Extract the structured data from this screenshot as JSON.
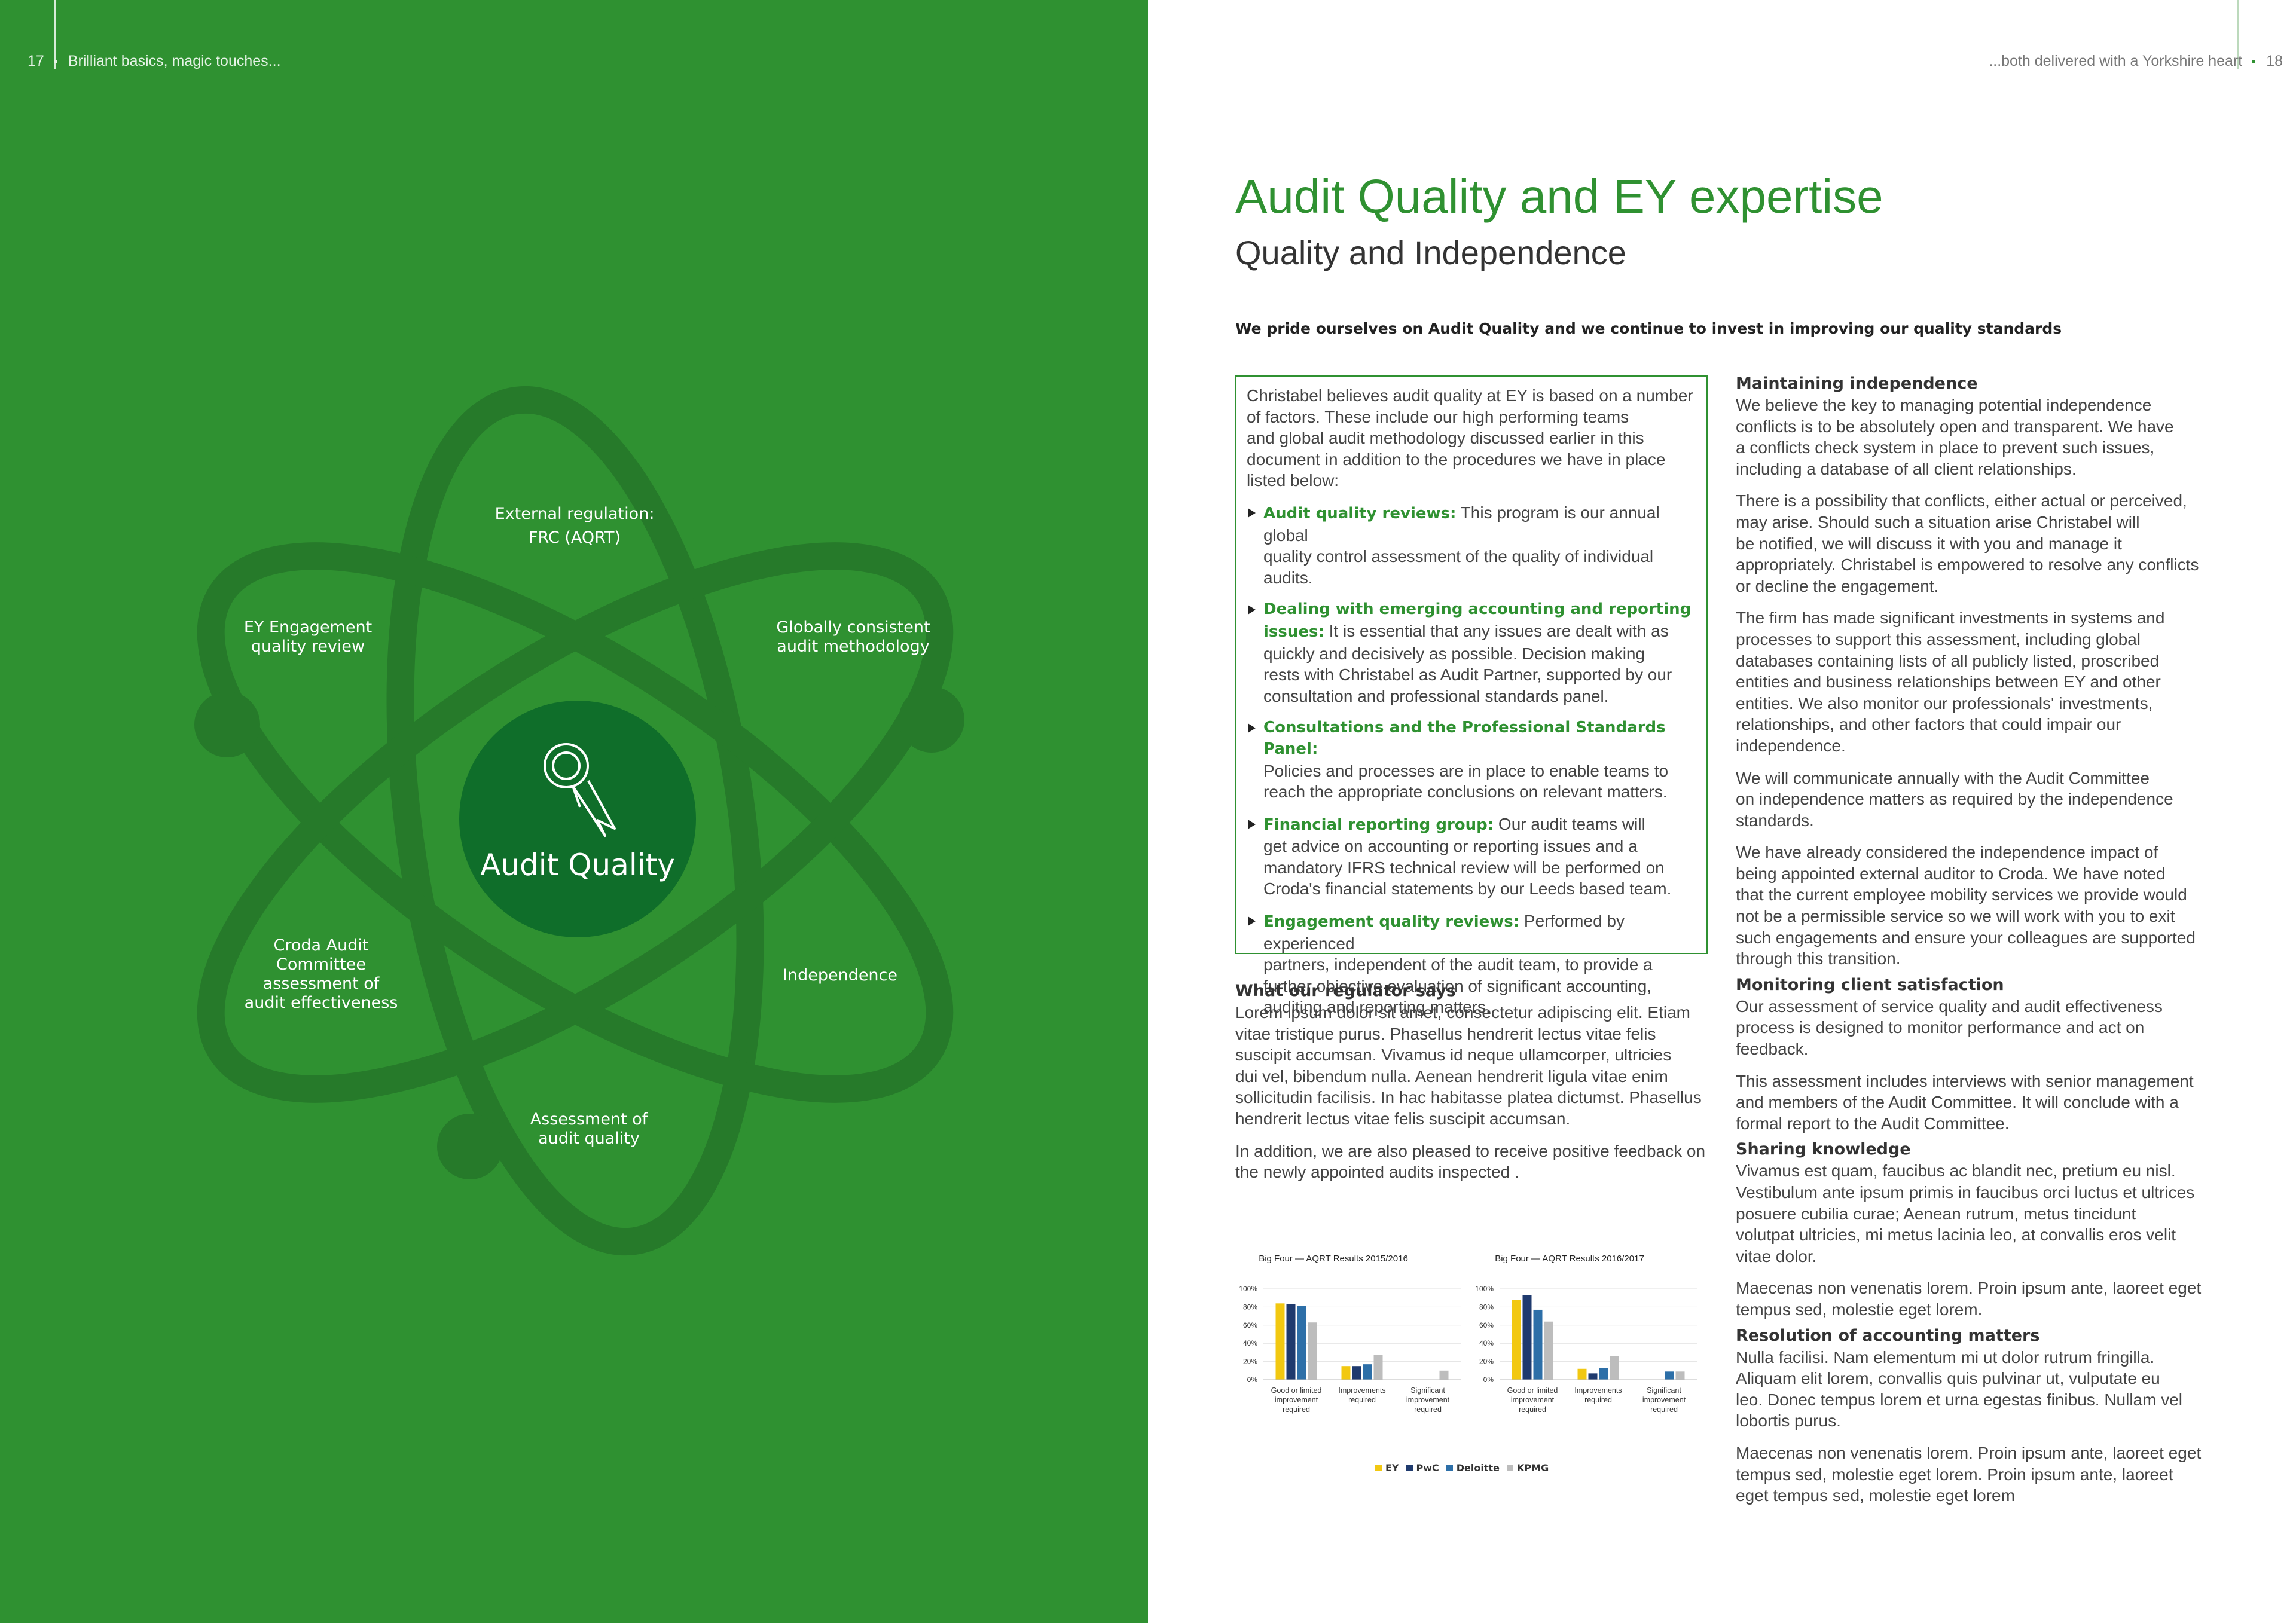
{
  "left_page": {
    "page_number": "17",
    "running_head": "Brilliant basics, magic touches...",
    "center_title": "Audit Quality",
    "nodes": {
      "external_regulation": [
        "External regulation:",
        "FRC (AQRT)"
      ],
      "ey_engagement": [
        "EY Engagement",
        "quality review"
      ],
      "globally_consistent": [
        "Globally consistent",
        "audit methodology"
      ],
      "croda_committee": [
        "Croda Audit",
        "Committee",
        "assessment of",
        "audit effectiveness"
      ],
      "independence": [
        "Independence"
      ],
      "assessment": [
        "Assessment of",
        "audit quality"
      ]
    },
    "icon": "award-ribbon-icon"
  },
  "right_page": {
    "page_number": "18",
    "running_head": "...both delivered with a Yorkshire heart",
    "title": "Audit Quality and EY expertise",
    "subtitle": "Quality and Independence",
    "intro": "We pride ourselves on Audit Quality and we continue to invest in improving our quality standards",
    "box": {
      "lines": [
        "Christabel believes audit quality at EY is based on a number",
        "of factors. These include our high performing teams",
        "and global audit methodology discussed earlier in this",
        "document in addition to the procedures we have in place",
        "listed below:"
      ],
      "bullets": [
        {
          "head": [
            "Audit quality reviews:"
          ],
          "body": [
            " This program is our annual global",
            "quality control assessment of the quality of individual",
            "audits."
          ]
        },
        {
          "head": [
            "Dealing with emerging accounting and reporting",
            "issues:"
          ],
          "body": [
            " It is essential that any issues are dealt with as",
            "quickly and decisively as possible. Decision making",
            "rests with Christabel as Audit Partner, supported by our",
            "consultation and professional standards panel."
          ]
        },
        {
          "head": [
            "Consultations and the Professional Standards Panel:"
          ],
          "body": [
            "Policies and processes are in place to enable teams to",
            "reach the appropriate conclusions on relevant matters."
          ]
        },
        {
          "head": [
            "Financial reporting group:"
          ],
          "body": [
            " Our audit teams will",
            "get advice on accounting or reporting issues and a",
            "mandatory IFRS technical review will be performed on",
            "Croda's financial statements by our Leeds based team."
          ]
        },
        {
          "head": [
            "Engagement quality reviews:"
          ],
          "body": [
            " Performed by experienced",
            "partners, independent of the audit team, to provide a",
            "further objective evaluation of significant accounting,",
            "auditing and reporting matters."
          ]
        }
      ]
    },
    "regulator": {
      "title": "What our regulator says",
      "p1": [
        "Lorem ipsum dolor sit amet, consectetur adipiscing elit. Etiam",
        "vitae tristique purus. Phasellus hendrerit lectus vitae felis",
        "suscipit accumsan. Vivamus id neque ullamcorper, ultricies",
        "dui vel, bibendum nulla. Aenean hendrerit ligula vitae enim",
        "sollicitudin facilisis. In hac habitasse platea dictumst. Phasellus",
        "hendrerit lectus vitae felis suscipit accumsan."
      ],
      "p2": [
        "In addition, we are also pleased to receive positive feedback on",
        "the newly appointed audits inspected ."
      ]
    },
    "right_column": [
      {
        "title": "Maintaining independence",
        "paras": [
          [
            "We believe the key to managing potential independence",
            "conflicts is to be absolutely open and transparent. We have",
            "a conflicts check system in place to prevent such issues,",
            "including a database of all client relationships."
          ],
          [
            "There is a possibility that conflicts, either actual or perceived,",
            "may arise. Should such a situation arise Christabel will",
            "be notified, we will discuss it with you and manage it",
            "appropriately. Christabel is empowered to resolve any conflicts",
            "or decline the engagement."
          ],
          [
            "The firm has made significant investments in systems and",
            "processes to support this assessment, including global",
            "databases containing lists of all publicly listed, proscribed",
            "entities and business relationships between EY and other",
            "entities. We also monitor our professionals' investments,",
            "relationships, and other factors that could impair our",
            "independence."
          ],
          [
            "We will communicate annually with the Audit Committee",
            "on independence matters as required by the independence",
            "standards."
          ],
          [
            "We have already considered the independence impact of",
            "being appointed external auditor to Croda. We have noted",
            "that the current employee mobility services we provide would",
            "not be a permissible service so we will work with you to exit",
            "such engagements and ensure your colleagues are supported",
            "through this transition."
          ]
        ]
      },
      {
        "title": "Monitoring client satisfaction",
        "paras": [
          [
            "Our assessment of service quality and audit effectiveness",
            "process is designed to monitor performance and act on",
            "feedback."
          ],
          [
            "This assessment includes interviews with senior management",
            "and members of the Audit Committee. It will conclude with a",
            "formal report to the Audit Committee."
          ]
        ]
      },
      {
        "title": "Sharing knowledge",
        "paras": [
          [
            "Vivamus est quam, faucibus ac blandit nec, pretium eu nisl.",
            "Vestibulum ante ipsum primis in faucibus orci luctus et ultrices",
            "posuere cubilia curae; Aenean rutrum, metus tincidunt",
            "volutpat ultricies, mi metus lacinia leo, at convallis eros velit",
            "vitae dolor."
          ],
          [
            "Maecenas non venenatis lorem. Proin ipsum ante, laoreet eget",
            "tempus sed, molestie eget lorem."
          ]
        ]
      },
      {
        "title": "Resolution of accounting matters",
        "paras": [
          [
            " Nulla facilisi. Nam elementum mi ut dolor rutrum fringilla.",
            "Aliquam elit lorem, convallis quis pulvinar ut, vulputate eu",
            "leo. Donec tempus lorem et urna egestas finibus. Nullam vel",
            "lobortis purus."
          ],
          [
            "Maecenas non venenatis lorem. Proin ipsum ante, laoreet eget",
            "tempus sed, molestie eget lorem. Proin ipsum ante, laoreet",
            "eget tempus sed, molestie eget lorem"
          ]
        ]
      }
    ]
  },
  "colors": {
    "ey_green": "#2f9131",
    "ring_green": "#267a2a",
    "center_circle": "#0f6e2a",
    "ey": "#f2c811",
    "pwc": "#1f3a6e",
    "deloitte": "#2d6fa8",
    "kpmg": "#bdbdbd"
  },
  "chart_data": [
    {
      "type": "bar",
      "title": "Big Four — AQRT Results 2015/2016",
      "categories": [
        [
          "Good or limited",
          "improvement",
          "required"
        ],
        [
          "Improvements",
          "required"
        ],
        [
          "Significant",
          "improvement",
          "required"
        ]
      ],
      "ylim": [
        0,
        100
      ],
      "yticks": [
        "100%",
        "80%",
        "60%",
        "40%",
        "20%",
        "0%"
      ],
      "series": [
        {
          "name": "EY",
          "values": [
            84,
            15,
            0
          ]
        },
        {
          "name": "PwC",
          "values": [
            83,
            15,
            0
          ]
        },
        {
          "name": "Deloitte",
          "values": [
            81,
            17,
            0
          ]
        },
        {
          "name": "KPMG",
          "values": [
            63,
            27,
            10
          ]
        }
      ],
      "legend": "bottom"
    },
    {
      "type": "bar",
      "title": "Big Four — AQRT Results 2016/2017",
      "categories": [
        [
          "Good or limited",
          "improvement",
          "required"
        ],
        [
          "Improvements",
          "required"
        ],
        [
          "Significant",
          "improvement",
          "required"
        ]
      ],
      "ylim": [
        0,
        100
      ],
      "yticks": [
        "100%",
        "80%",
        "60%",
        "40%",
        "20%",
        "0%"
      ],
      "series": [
        {
          "name": "EY",
          "values": [
            88,
            12,
            0
          ]
        },
        {
          "name": "PwC",
          "values": [
            93,
            7,
            0
          ]
        },
        {
          "name": "Deloitte",
          "values": [
            77,
            13,
            9
          ]
        },
        {
          "name": "KPMG",
          "values": [
            64,
            26,
            9
          ]
        }
      ],
      "legend": "bottom"
    }
  ],
  "legend_items": [
    "EY",
    "PwC",
    "Deloitte",
    "KPMG"
  ]
}
